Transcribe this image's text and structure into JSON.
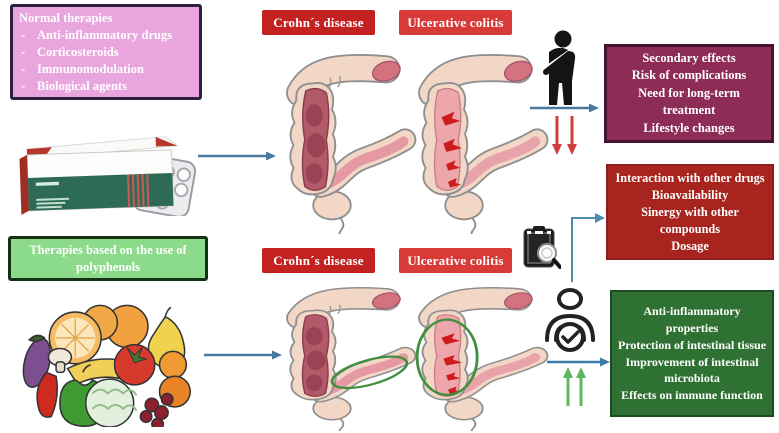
{
  "left": {
    "normal_box": {
      "title": "Normal therapies",
      "dash": "-",
      "items": [
        "Anti-inflammatory drugs",
        "Corticosteroids",
        "Immunomodulation",
        "Biological agents"
      ]
    },
    "poly_box": {
      "label": "Therapies based on the use of polyphenols"
    }
  },
  "labels": {
    "crohns_top": "Crohn´s disease",
    "uc_top": "Ulcerative colitis",
    "crohns_bottom": "Crohn´s disease",
    "uc_bottom": "Ulcerative colitis"
  },
  "right": {
    "secondary_box": {
      "lines": [
        "Secondary effects",
        "Risk of complications",
        "Need for long-term treatment",
        "Lifestyle changes"
      ]
    },
    "interaction_box": {
      "lines": [
        "Interaction with other drugs",
        "Bioavailability",
        "Sinergy with other compounds",
        "Dosage"
      ]
    },
    "benefits_box": {
      "lines": [
        "Anti-inflammatory properties",
        "Protection of intestinal tissue",
        "Improvement of intestinal microbiota",
        "Effects on immune function"
      ]
    }
  },
  "icons": {
    "medicine_pack": "medicine-pack-with-blister-icon",
    "fruits": "fruits-and-vegetables-icon",
    "patient": "patient-abdominal-pain-icon",
    "clipboard": "clipboard-magnifier-icon",
    "healthy_person": "healthy-gut-person-icon",
    "colon": "colon-illustration"
  },
  "colors": {
    "pink_box_bg": "#e9a6de",
    "pink_box_border": "#2c2140",
    "light_green_box_bg": "#8bdb8b",
    "light_green_box_border": "#143114",
    "crohns_label_bg": "#c42221",
    "ulcerative_label_bg": "#d83b37",
    "magenta_box_bg": "#8e2c58",
    "brick_box_bg": "#a8241f",
    "dark_green_box_bg": "#2e7132",
    "blue_arrow": "#49789f",
    "red_arrow": "#d13c3c",
    "green_arrow": "#5cb85a",
    "green_annotation": "#3f8f3f"
  }
}
